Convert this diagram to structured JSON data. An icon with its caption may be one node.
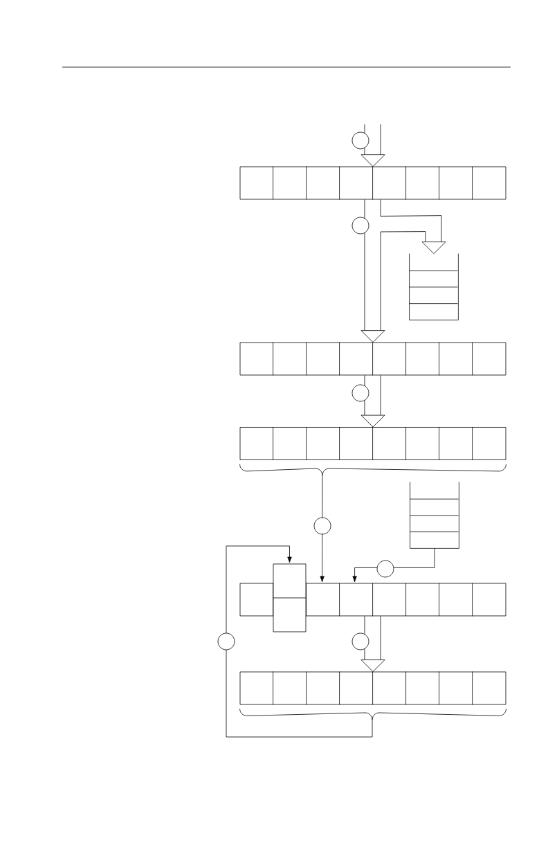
{
  "diagram": {
    "nodes": [
      {
        "text": [],
        "shape": "bar"
      },
      {
        "text": [],
        "shape": "stack"
      },
      {
        "text": [],
        "shape": "bar"
      },
      {
        "text": [],
        "shape": "bar"
      },
      {
        "text": [],
        "shape": "stack"
      },
      {
        "text": [],
        "shape": "box"
      },
      {
        "text": [],
        "shape": "bar"
      },
      {
        "text": [],
        "shape": "bar"
      }
    ],
    "edges": [
      {
        "from": null,
        "to": 0,
        "arrow": "to"
      },
      {
        "from": 0,
        "to": 2,
        "arrow": "to"
      },
      {
        "from": 0,
        "to": 1,
        "arrow": "to"
      },
      {
        "from": 2,
        "to": 3,
        "arrow": "to"
      },
      {
        "from": 3,
        "to": 6,
        "arrow": "to"
      },
      {
        "from": 4,
        "to": 6,
        "arrow": "to"
      },
      {
        "from": 6,
        "to": 7,
        "arrow": "to"
      },
      {
        "from": 7,
        "to": 5,
        "arrow": "to"
      }
    ]
  }
}
